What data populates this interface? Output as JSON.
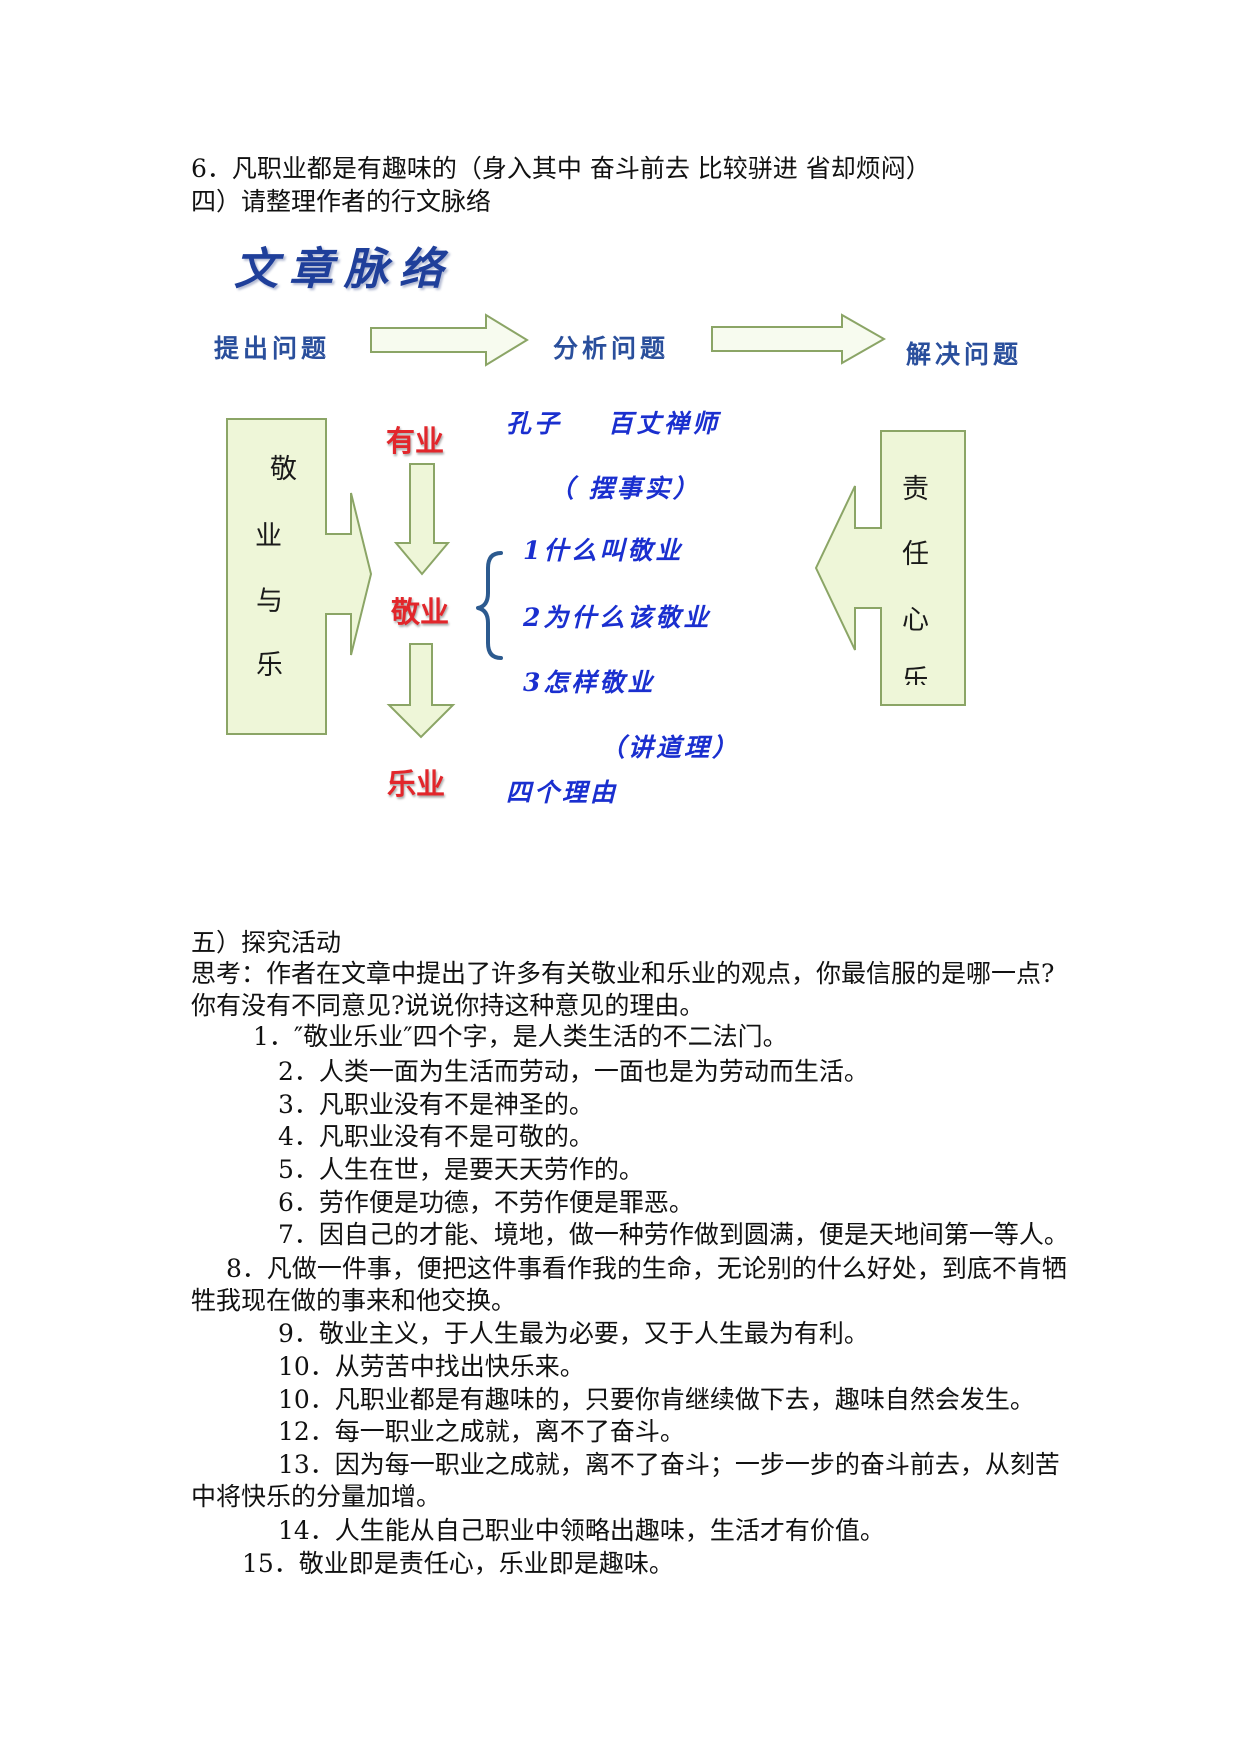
{
  "intro": {
    "lines": [
      "6．凡职业都是有趣味的（身入其中 奋斗前去 比较骈进 省却烦闷）",
      "四）请整理作者的行文脉络"
    ]
  },
  "diagram": {
    "title": "文章脉络",
    "flow_steps": [
      "提出问题",
      "分析问题",
      "解决问题"
    ],
    "left_box_chars": [
      "敬",
      "业",
      "与",
      "乐"
    ],
    "right_box_chars": [
      "责",
      "任",
      "心",
      "乐"
    ],
    "stages": [
      "有业",
      "敬业",
      "乐业"
    ],
    "examples": [
      "孔子",
      "百丈禅师"
    ],
    "facts_note": "（ 摆事实）",
    "questions": [
      "1什么叫敬业",
      "2为什么该敬业",
      "3怎样敬业"
    ],
    "reasoning_note": "（讲道理）",
    "reasons_label": "四个理由",
    "colors": {
      "title": "#1f3f9a",
      "flow_text": "#2a4f9c",
      "note_text": "#1a2fcf",
      "stage_text": "#e2262b",
      "shape_fill": "#eef6d8",
      "shape_stroke": "#8ba566",
      "brace": "#2c5a8f"
    }
  },
  "inquiry": {
    "lines": [
      "五）探究活动",
      "思考：作者在文章中提出了许多有关敬业和乐业的观点，你最信服的是哪一点?",
      "你有没有不同意见?说说你持这种意见的理由。",
      "1．″敬业乐业″四个字，是人类生活的不二法门。",
      "2．人类一面为生活而劳动，一面也是为劳动而生活。",
      "3．凡职业没有不是神圣的。",
      "4．凡职业没有不是可敬的。",
      "5．人生在世，是要天天劳作的。",
      "6．劳作便是功德，不劳作便是罪恶。",
      "7．因自己的才能、境地，做一种劳作做到圆满，便是天地间第一等人。",
      "8．凡做一件事，便把这件事看作我的生命，无论别的什么好处，到底不肯牺",
      "牲我现在做的事来和他交换。",
      "9．敬业主义，于人生最为必要，又于人生最为有利。",
      "10．从劳苦中找出快乐来。",
      "10．凡职业都是有趣味的，只要你肯继续做下去，趣味自然会发生。",
      "12．每一职业之成就，离不了奋斗。",
      "13．因为每一职业之成就，离不了奋斗；一步一步的奋斗前去，从刻苦",
      "中将快乐的分量加增。",
      "14．人生能从自己职业中领略出趣味，生活才有价值。",
      "15．敬业即是责任心，乐业即是趣味。"
    ]
  }
}
